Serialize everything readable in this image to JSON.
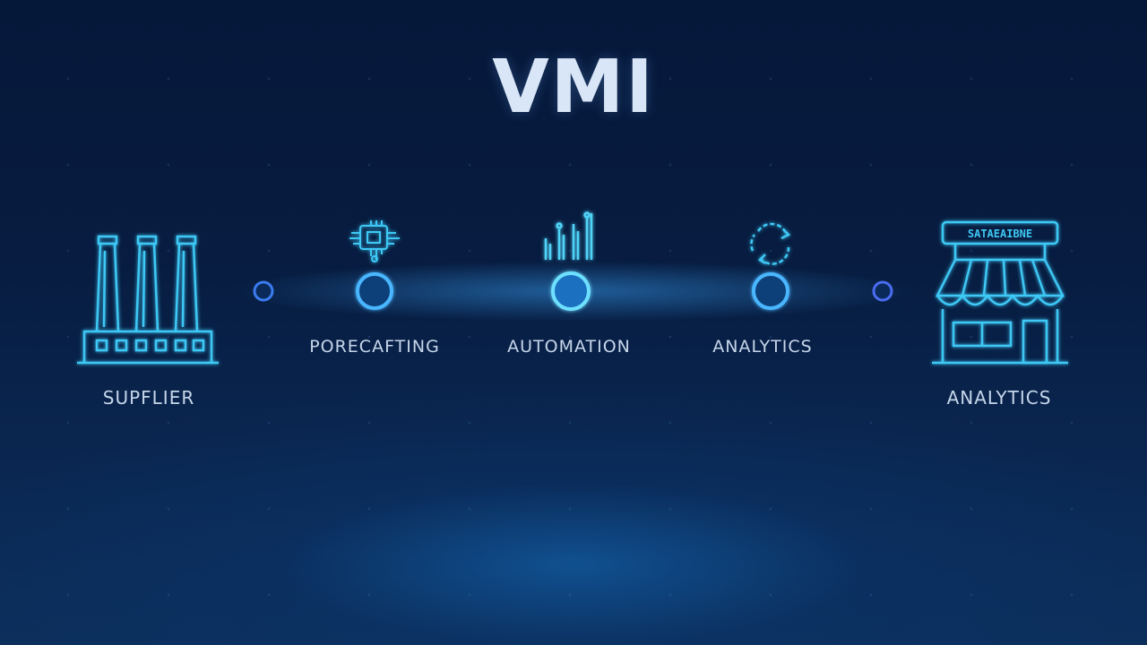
{
  "title": "VMI",
  "supplier": {
    "label": "SUPFLIER",
    "icon": "factory-icon"
  },
  "store": {
    "label": "ANALYTICS",
    "sign": "SATAEAIBNE",
    "icon": "storefront-icon"
  },
  "stages": [
    {
      "label": "PORECAFTING",
      "icon": "forecast-chip-icon"
    },
    {
      "label": "AUTOMATION",
      "icon": "bar-chart-icon"
    },
    {
      "label": "ANALYTICS",
      "icon": "cycle-arrows-icon"
    }
  ],
  "colors": {
    "background": "#061a3a",
    "accent": "#2fb8ff",
    "line_glow": "#4fd0ff",
    "icon_stroke": "#3ec8f5",
    "title": "#d9e6f7",
    "label": "#c6d6ea"
  }
}
